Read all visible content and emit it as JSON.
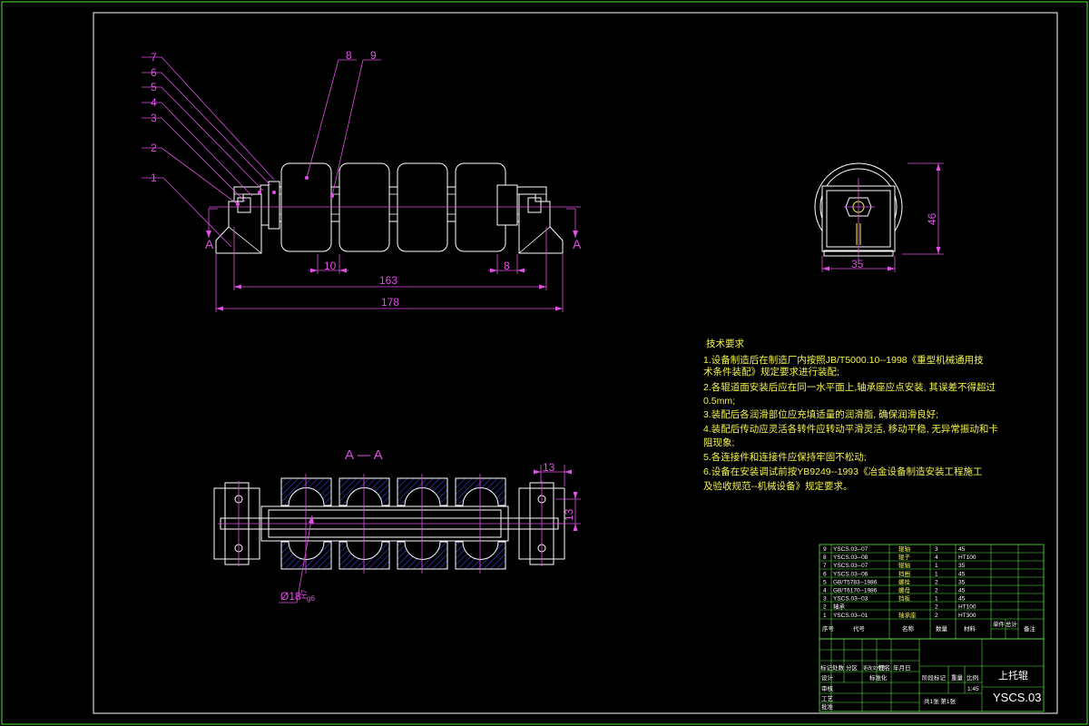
{
  "drawing": {
    "balloons": [
      "1",
      "2",
      "3",
      "4",
      "5",
      "6",
      "7",
      "8",
      "9"
    ],
    "dimensions": {
      "front": [
        "10",
        "8",
        "163",
        "178"
      ],
      "side": [
        "46",
        "35"
      ],
      "section": [
        "13",
        "13"
      ],
      "diameter": "Ø18",
      "fit": "H7",
      "fit_sub": "g6"
    },
    "section_mark": "A",
    "section_title": "A — A"
  },
  "notes": {
    "title": "技术要求",
    "lines": [
      "1.设备制造后在制造厂内按照JB/T5000.10--1998《重型机械通用技",
      "术条件装配》规定要求进行装配;",
      "2.各辊道面安装后应在同一水平面上,轴承座应点安装, 其误差不得超过",
      "0.5mm;",
      "3.装配后各润滑部位应充填适量的润滑脂, 确保润滑良好;",
      "4.装配后传动应灵活各转件应转动平滑灵活, 移动平稳, 无异常振动和卡",
      "阻现象;",
      "5.各连接件和连接件应保持牢固不松动;",
      "6.设备在安装调试前按YB9249--1993《冶金设备制造安装工程施工",
      "及验收规范--机械设备》规定要求。"
    ]
  },
  "parts_list": [
    {
      "no": "9",
      "code": "YSCS.03--07",
      "name": "辊轴",
      "qty": "3",
      "mat": "45"
    },
    {
      "no": "8",
      "code": "YSCS.03--08",
      "name": "辊子",
      "qty": "4",
      "mat": "HT100"
    },
    {
      "no": "7",
      "code": "YSCS.03--07",
      "name": "辊轴",
      "qty": "1",
      "mat": "35"
    },
    {
      "no": "6",
      "code": "YSCS.03--06",
      "name": "挡圈",
      "qty": "1",
      "mat": "45"
    },
    {
      "no": "5",
      "code": "GB/T5783--1986",
      "name": "螺栓",
      "qty": "2",
      "mat": "35"
    },
    {
      "no": "4",
      "code": "GB/T6170--1986",
      "name": "螺母",
      "qty": "2",
      "mat": "45"
    },
    {
      "no": "3",
      "code": "YSCS.03--03",
      "name": "挡板",
      "qty": "1",
      "mat": "45"
    },
    {
      "no": "2",
      "code": "轴承",
      "name": "",
      "qty": "2",
      "mat": "HT100"
    },
    {
      "no": "1",
      "code": "YSCS.03--01",
      "name": "轴承座",
      "qty": "2",
      "mat": "HT300"
    }
  ],
  "parts_header": {
    "no": "序号",
    "code": "代号",
    "name": "名称",
    "qty": "数量",
    "mat": "材料",
    "unit_w": "单件",
    "total_w": "总计",
    "note": "备注"
  },
  "title_block": {
    "part_name": "上托辊",
    "drawing_no": "YSCS.03",
    "scale": "1:45",
    "sheet": "共1张 第1张",
    "labels": [
      "标记",
      "处数",
      "分区",
      "更改文件号",
      "签名",
      "年月日",
      "设计",
      "标准化",
      "阶段标记",
      "重量",
      "比例",
      "审核",
      "工艺",
      "批准"
    ]
  },
  "colors": {
    "background": "#000000",
    "dimension": "#e24ee6",
    "outline": "#ffffff",
    "notes": "#f4f44a",
    "table": "#59e6ff",
    "border": "#59e640"
  }
}
